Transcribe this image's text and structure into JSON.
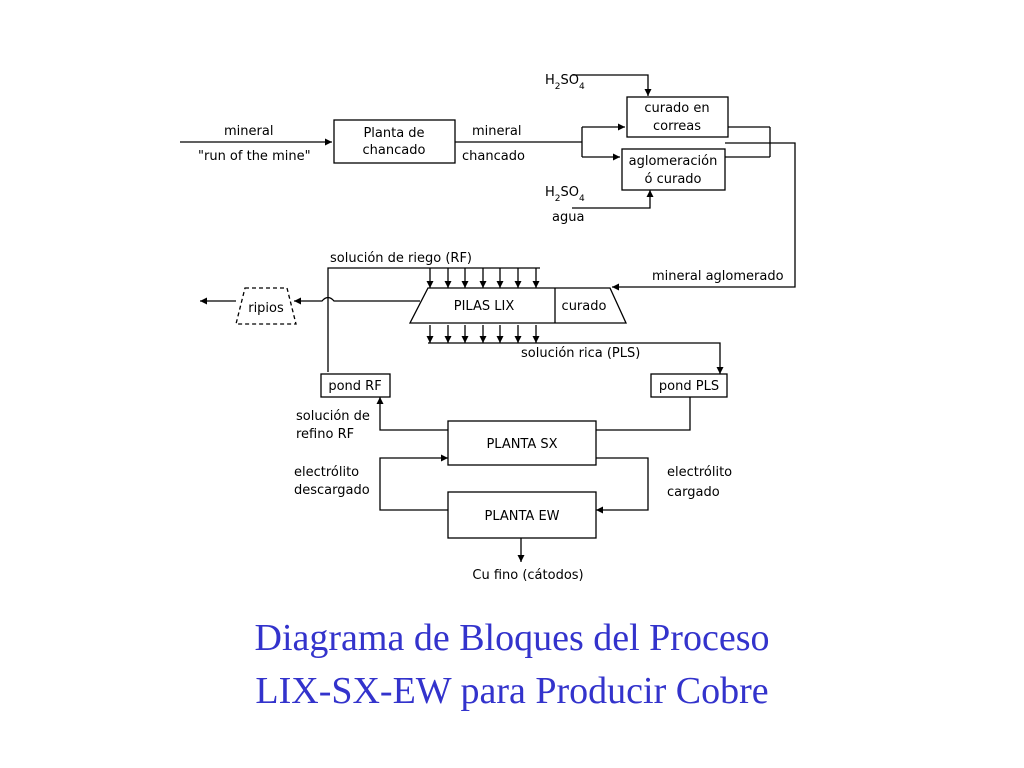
{
  "diagram": {
    "inputs": {
      "mineral_in_1": "mineral",
      "mineral_in_2": "\"run of the mine\"",
      "mineral_out_1": "mineral",
      "mineral_out_2": "chancado",
      "acid_top": {
        "h": "H",
        "sub2": "2",
        "so": "SO",
        "sub4": "4"
      },
      "acid_bottom": {
        "h": "H",
        "sub2": "2",
        "so": "SO",
        "sub4": "4"
      },
      "water": "agua"
    },
    "boxes": {
      "planta_chancado_1": "Planta de",
      "planta_chancado_2": "chancado",
      "curado_correas_1": "curado en",
      "curado_correas_2": "correas",
      "aglomeracion_1": "aglomeración",
      "aglomeracion_2": "ó curado",
      "pilas_lix": "PILAS LIX",
      "curado": "curado",
      "ripios": "ripios",
      "pond_rf": "pond RF",
      "pond_pls": "pond PLS",
      "planta_sx": "PLANTA SX",
      "planta_ew": "PLANTA EW"
    },
    "flows": {
      "mineral_aglomerado": "mineral aglomerado",
      "solucion_riego": "solución de riego (RF)",
      "solucion_rica": "solución rica (PLS)",
      "refino_1": "solución de",
      "refino_2": "refino RF",
      "electrolito_descargado_1": "electrólito",
      "electrolito_descargado_2": "descargado",
      "electrolito_cargado_1": "electrólito",
      "electrolito_cargado_2": "cargado",
      "cu_fino": "Cu fino (cátodos)"
    }
  },
  "caption": {
    "line1": "Diagrama de Bloques del Proceso",
    "line2": "LIX-SX-EW para Producir Cobre"
  }
}
